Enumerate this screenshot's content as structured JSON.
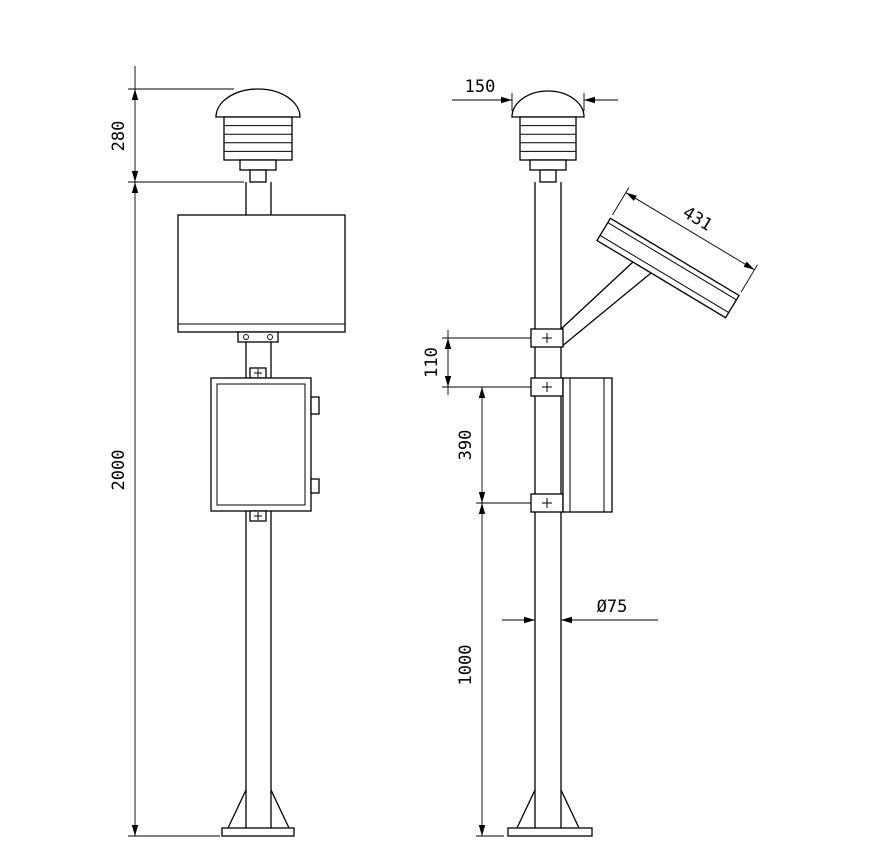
{
  "colors": {
    "background": "#ffffff",
    "line": "#000000"
  },
  "dims": {
    "sensor_assembly_height": "280",
    "overall_height": "2000",
    "sensor_cap_width": "150",
    "solar_panel_length": "431",
    "clamp_spacing_upper": "110",
    "cabinet_section_height": "390",
    "lower_section_height": "1000",
    "pole_diameter": "Ø75"
  }
}
